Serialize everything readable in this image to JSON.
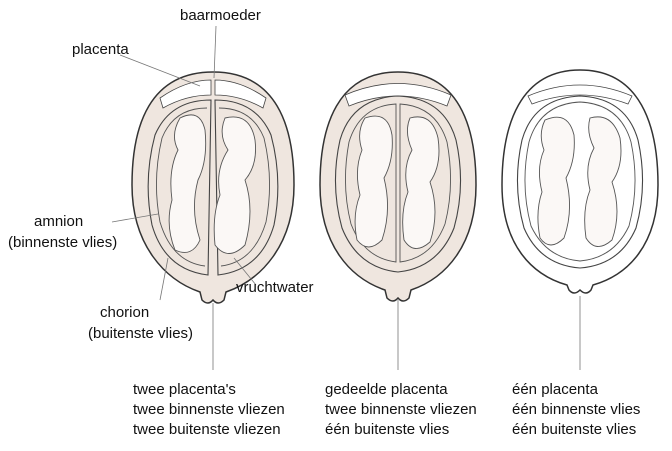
{
  "labels": {
    "baarmoeder": "baarmoeder",
    "placenta": "placenta",
    "amnion_line1": "amnion",
    "amnion_line2": "(binnenste vlies)",
    "vruchtwater": "vruchtwater",
    "chorion_line1": "chorion",
    "chorion_line2": "(buitenste vlies)"
  },
  "captions": [
    [
      "twee placenta's",
      "twee binnenste vliezen",
      "twee buitenste vliezen"
    ],
    [
      "gedeelde placenta",
      "twee binnenste vliezen",
      "één buitenste vlies"
    ],
    [
      "één placenta",
      "één binnenste vlies",
      "één buitenste vlies"
    ]
  ],
  "colors": {
    "fluid": "#efe6df",
    "outline": "#333333",
    "leader": "#777777"
  }
}
